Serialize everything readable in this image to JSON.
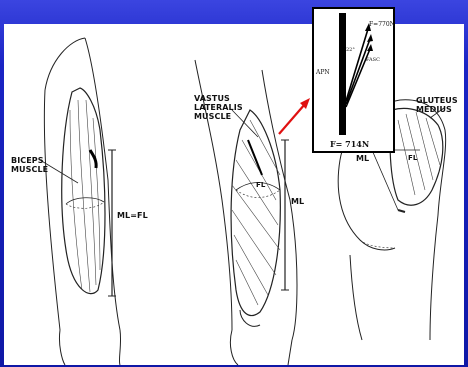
{
  "labels": {
    "biceps": "BICEPS\nMUSCLE",
    "ml_fl": "ML=FL",
    "vastus": "VASTUS\nLATERALIS\nMUSCLE",
    "fl": "FL",
    "ml_mid": "ML",
    "gluteus": "GLUTEUS\nMEDIUS",
    "ml_right": "ML",
    "fl_right": "FL"
  },
  "inset": {
    "force_top": "F=770N",
    "angle": "22°",
    "fasc": "FASC",
    "apn": "APN",
    "force_bottom": "F= 714N"
  },
  "colors": {
    "arrow": "#e01010",
    "background": "#1a24c4"
  }
}
